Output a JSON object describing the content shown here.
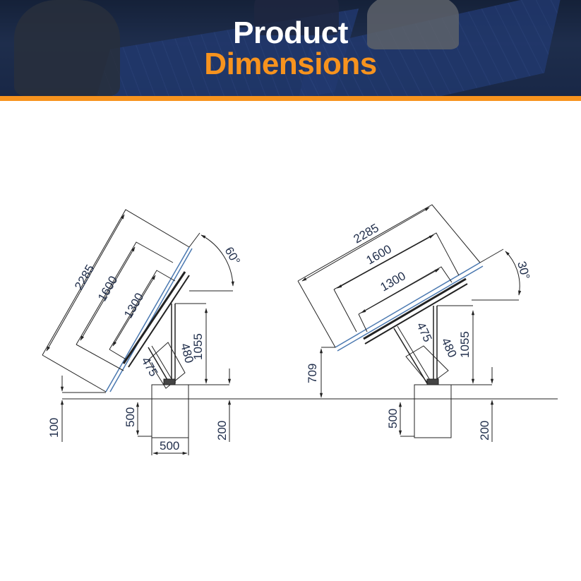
{
  "header": {
    "title_line1": "Product",
    "title_line2": "Dimensions",
    "accent_color": "#f7931e"
  },
  "diagram_left": {
    "tilt_angle": "60°",
    "dimensions": {
      "panel_length": "2285",
      "rail_length": "1600",
      "rail_span": "1300",
      "rear_leg_height": "1055",
      "front_strut": "475",
      "rear_strut": "480",
      "ground_clearance": "100",
      "foundation_depth": "500",
      "foundation_width": "500",
      "foundation_above_ground": "200"
    }
  },
  "diagram_right": {
    "tilt_angle": "30°",
    "dimensions": {
      "panel_length": "2285",
      "rail_length": "1600",
      "rail_span": "1300",
      "rear_leg_height": "1055",
      "front_strut": "475",
      "rear_strut": "480",
      "ground_clearance": "709",
      "foundation_depth": "500",
      "foundation_above_ground": "200"
    }
  }
}
